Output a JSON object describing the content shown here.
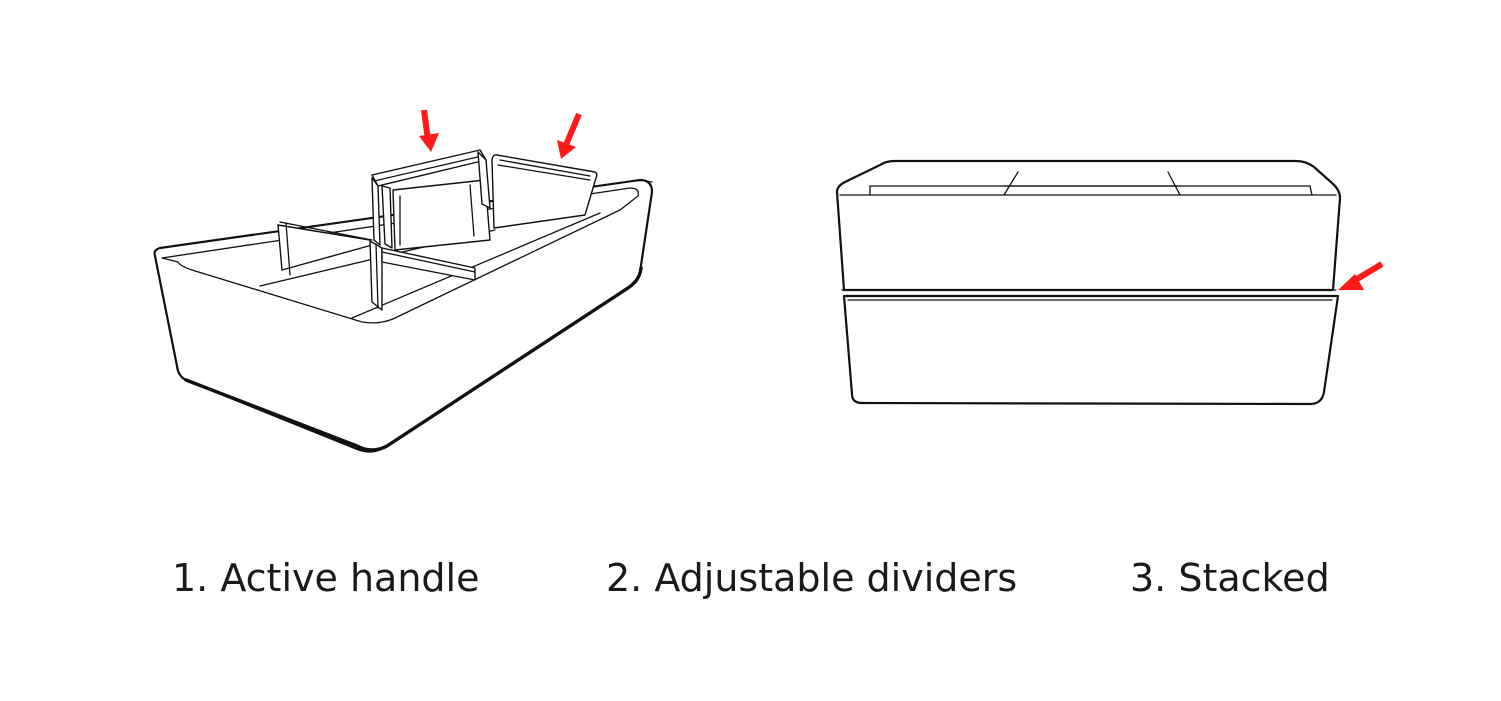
{
  "captions": [
    {
      "label": "1. Active handle"
    },
    {
      "label": "2. Adjustable dividers"
    },
    {
      "label": "3. Stacked"
    }
  ],
  "colors": {
    "arrow": "#ff1a1a",
    "line": "#111111",
    "text": "#1a1a1a",
    "background": "#ffffff"
  },
  "icons": [
    "down-arrow-icon",
    "diagonal-arrow-icon",
    "left-arrow-icon"
  ]
}
